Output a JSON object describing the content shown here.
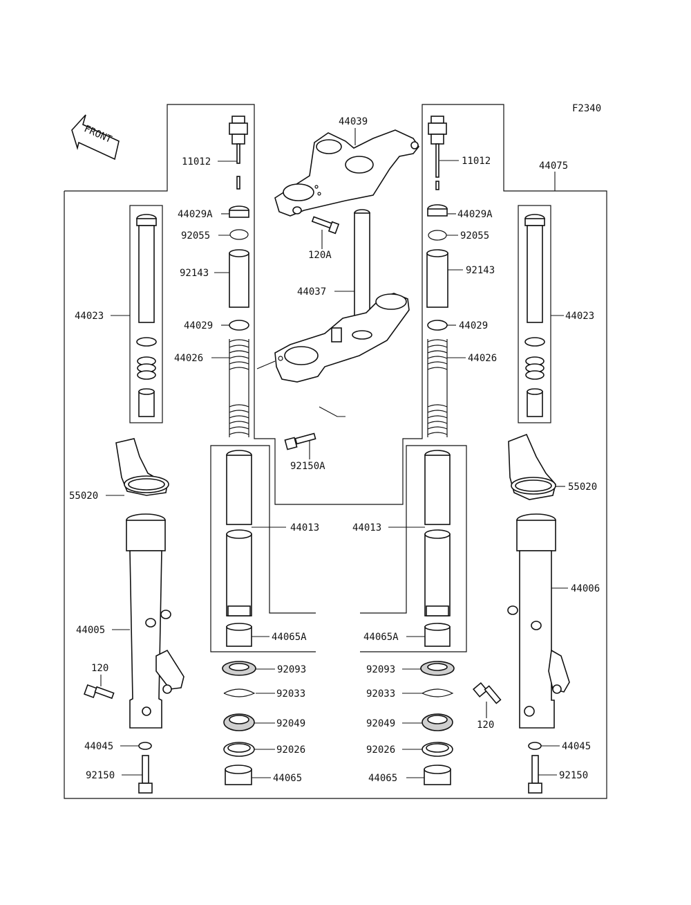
{
  "figure_code": "F2340",
  "front_arrow_label": "FRONT",
  "labels": {
    "l_44039": "44039",
    "l_11012_left": "11012",
    "l_11012_right": "11012",
    "l_44075": "44075",
    "l_44029A_left": "44029A",
    "l_44029A_right": "44029A",
    "l_120A": "120A",
    "l_92055_left": "92055",
    "l_92055_right": "92055",
    "l_92143_left": "92143",
    "l_92143_right": "92143",
    "l_44037": "44037",
    "l_44023_left": "44023",
    "l_44023_right": "44023",
    "l_44029_left": "44029",
    "l_44029_right": "44029",
    "l_44026_left": "44026",
    "l_44026_right": "44026",
    "l_92150A": "92150A",
    "l_55020_left": "55020",
    "l_55020_right": "55020",
    "l_44013_left": "44013",
    "l_44013_right": "44013",
    "l_44006": "44006",
    "l_44005": "44005",
    "l_44065A_left": "44065A",
    "l_44065A_right": "44065A",
    "l_120_left": "120",
    "l_120_right": "120",
    "l_92093_left": "92093",
    "l_92093_right": "92093",
    "l_92033_left": "92033",
    "l_92033_right": "92033",
    "l_92049_left": "92049",
    "l_92049_right": "92049",
    "l_44045_left": "44045",
    "l_44045_right": "44045",
    "l_92026_left": "92026",
    "l_92026_right": "92026",
    "l_92150_left": "92150",
    "l_92150_right": "92150",
    "l_44065_left": "44065",
    "l_44065_right": "44065"
  }
}
